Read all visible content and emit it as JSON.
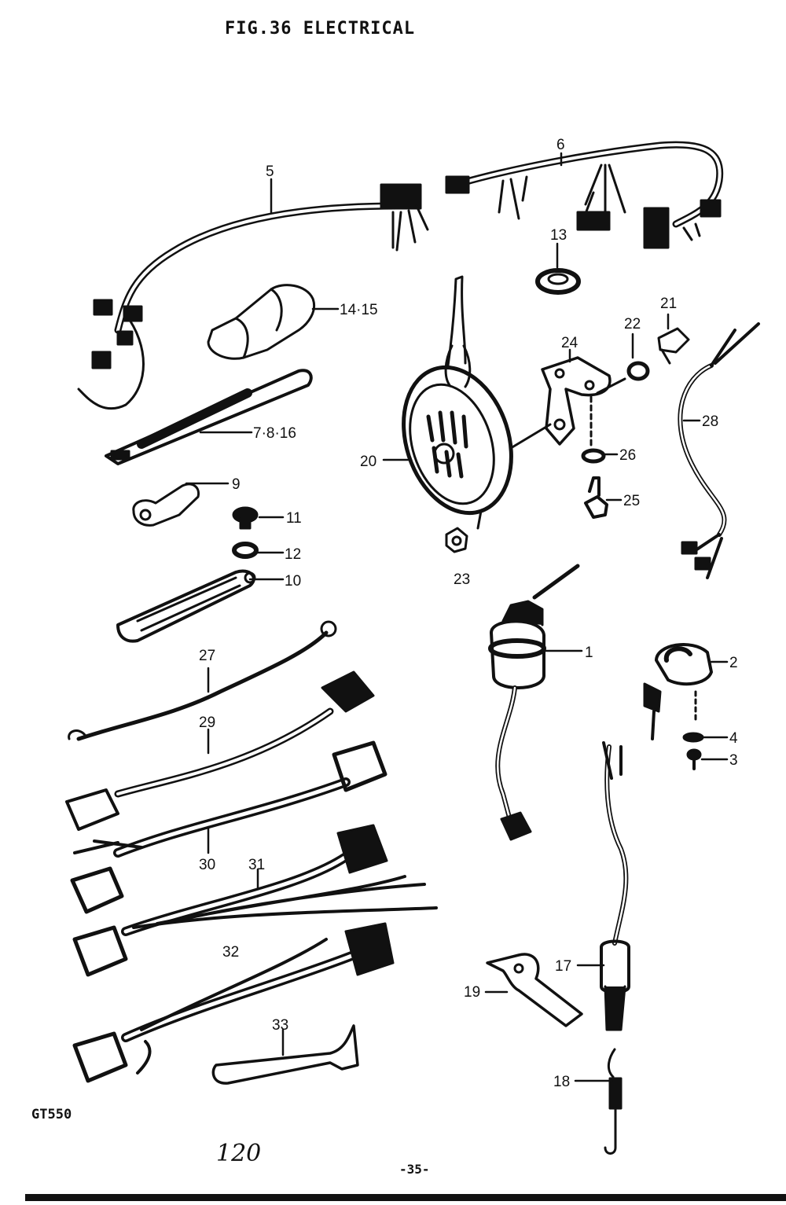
{
  "title": "FIG.36  ELECTRICAL",
  "model": "GT550",
  "handwritten_number": "120",
  "page_number": "-35-",
  "callouts": {
    "c1": "1",
    "c2": "2",
    "c3": "3",
    "c4": "4",
    "c5": "5",
    "c6": "6",
    "c7": "7·8·16",
    "c9": "9",
    "c10": "10",
    "c11": "11",
    "c12": "12",
    "c13": "13",
    "c14": "14·15",
    "c17": "17",
    "c18": "18",
    "c19": "19",
    "c20": "20",
    "c21": "21",
    "c22": "22",
    "c23": "23",
    "c24": "24",
    "c25": "25",
    "c26": "26",
    "c27": "27",
    "c28": "28",
    "c29": "29",
    "c30": "30",
    "c31": "31",
    "c32": "32",
    "c33": "33"
  },
  "colors": {
    "ink": "#111111",
    "paper": "#ffffff"
  }
}
